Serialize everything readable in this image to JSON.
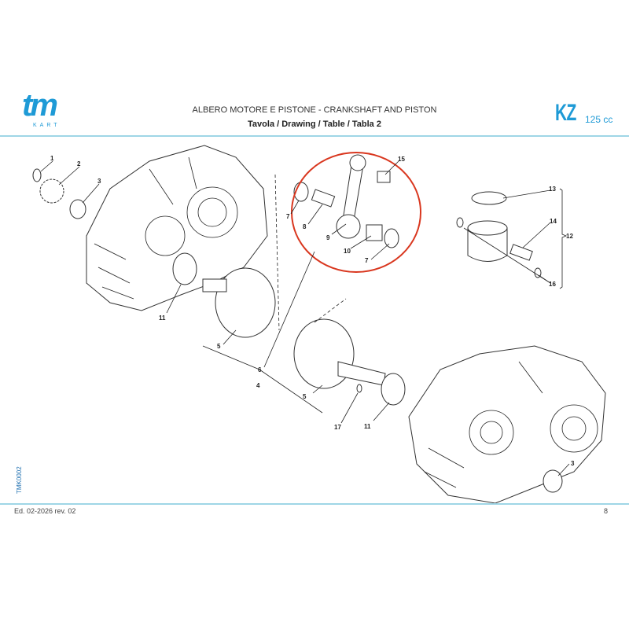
{
  "header": {
    "logo_text": "tm",
    "logo_sub": "KART",
    "title": "ALBERO MOTORE E PISTONE  - CRANKSHAFT AND PISTON",
    "subtitle": "Tavola / Drawing / Table  / Tabla  2",
    "model": "KZ",
    "displacement": "125 cc"
  },
  "footer": {
    "doc_code": "TMK0002",
    "edition": "Ed. 02-2026  rev. 02",
    "page": "8"
  },
  "callouts": [
    "1",
    "2",
    "3",
    "11",
    "5",
    "6",
    "4",
    "5",
    "17",
    "11",
    "3",
    "7",
    "8",
    "9",
    "10",
    "7",
    "15",
    "13",
    "14",
    "12",
    "16"
  ],
  "colors": {
    "brand": "#1e9ad6",
    "highlight": "#d9371f",
    "rule": "#9fd6e6"
  }
}
